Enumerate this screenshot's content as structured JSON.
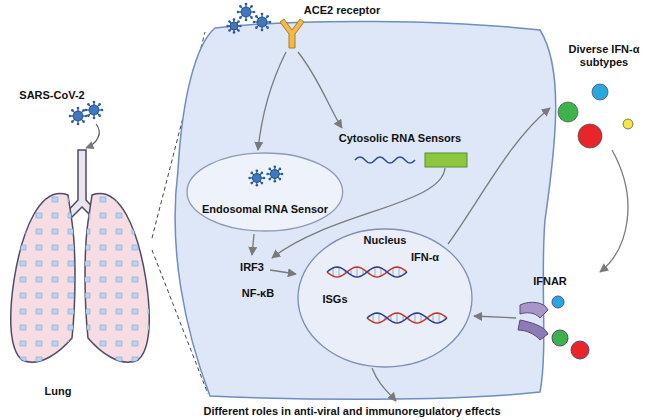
{
  "diagram": {
    "nodes": [
      {
        "text": [
          "Endosomal RNA Sensor"
        ]
      },
      {
        "text": [
          "Nucleus",
          "IFN-α",
          "ISGs"
        ]
      }
    ],
    "labels": [
      "SARS-CoV-2",
      "Lung",
      "ACE2 receptor",
      "Cytosolic RNA Sensors",
      "IRF3",
      "NF-κB",
      "Diverse IFN-α subtypes",
      "IFNAR",
      "Different roles in anti-viral and immunoregulatory effects"
    ]
  }
}
